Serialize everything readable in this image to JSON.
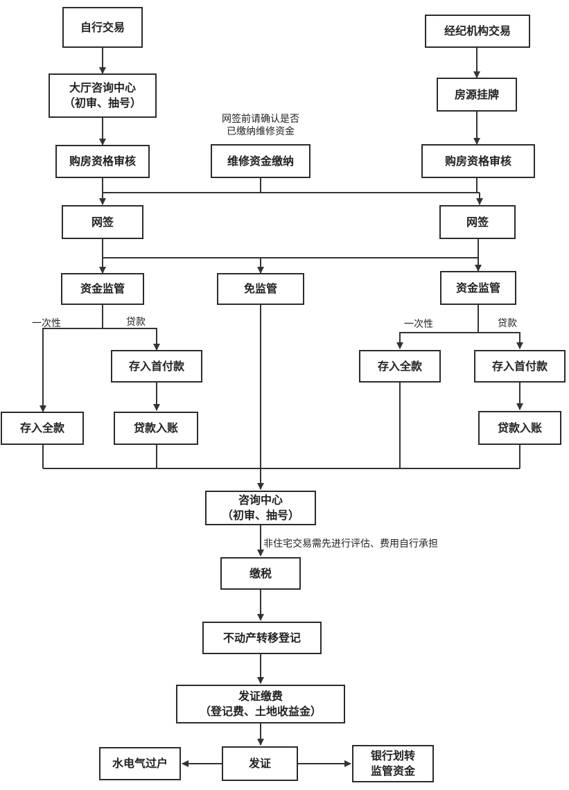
{
  "nodes": {
    "self_trade": "自行交易",
    "broker_trade": "经纪机构交易",
    "hall_consult": [
      "大厅咨询中心",
      "（初审、抽号）"
    ],
    "listing": "房源挂牌",
    "qual_left": "购房资格审核",
    "maintenance": "维修资金缴纳",
    "qual_right": "购房资格审核",
    "sign_left": "网签",
    "sign_right": "网签",
    "escrow_left": "资金监管",
    "no_escrow": "免监管",
    "escrow_right": "资金监管",
    "down_left": "存入首付款",
    "full_left": "存入全款",
    "loan_left": "贷款入账",
    "full_right": "存入全款",
    "down_right": "存入首付款",
    "loan_right": "贷款入账",
    "consult": [
      "咨询中心",
      "（初审、抽号）"
    ],
    "tax": "缴税",
    "transfer": "不动产转移登记",
    "cert_fee": [
      "发证缴费",
      "（登记费、土地收益金）"
    ],
    "certificate": "发证",
    "utilities": "水电气过户",
    "bank": [
      "银行划转",
      "监管资金"
    ]
  },
  "notes": {
    "maintenance_check": [
      "网签前请确认是否",
      "已缴纳维修资金"
    ],
    "lump_left": "一次性",
    "loan_label_left": "贷款",
    "lump_right": "一次性",
    "loan_label_right": "贷款",
    "non_residential": "非住宅交易需先进行评估、费用自行承担"
  }
}
